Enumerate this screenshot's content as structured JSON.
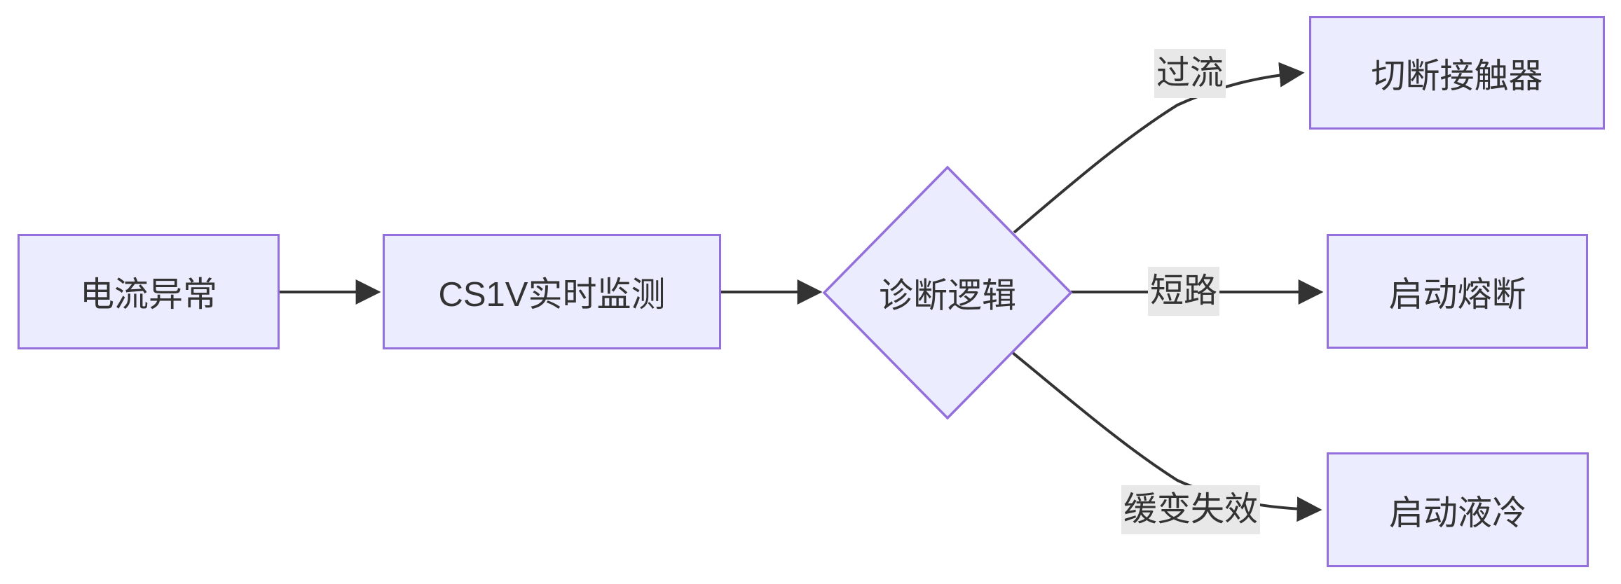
{
  "diagram": {
    "type": "flowchart",
    "direction": "left-to-right",
    "colors": {
      "background": "#ffffff",
      "node_fill": "#ECECFF",
      "node_border": "#9370DB",
      "node_text": "#333333",
      "edge_line": "#333333",
      "edge_label_bg": "#e8e8e8",
      "edge_label_text": "#333333"
    },
    "nodes": [
      {
        "id": "A",
        "label": "电流异常",
        "shape": "rectangle"
      },
      {
        "id": "B",
        "label": "CS1V实时监测",
        "shape": "rectangle"
      },
      {
        "id": "C",
        "label": "诊断逻辑",
        "shape": "diamond"
      },
      {
        "id": "D",
        "label": "切断接触器",
        "shape": "rectangle"
      },
      {
        "id": "E",
        "label": "启动熔断",
        "shape": "rectangle"
      },
      {
        "id": "F",
        "label": "启动液冷",
        "shape": "rectangle"
      }
    ],
    "edges": [
      {
        "from": "电流异常",
        "to": "CS1V实时监测",
        "label": ""
      },
      {
        "from": "CS1V实时监测",
        "to": "诊断逻辑",
        "label": ""
      },
      {
        "from": "诊断逻辑",
        "to": "切断接触器",
        "label": "过流"
      },
      {
        "from": "诊断逻辑",
        "to": "启动熔断",
        "label": "短路"
      },
      {
        "from": "诊断逻辑",
        "to": "启动液冷",
        "label": "缓变失效"
      }
    ]
  }
}
